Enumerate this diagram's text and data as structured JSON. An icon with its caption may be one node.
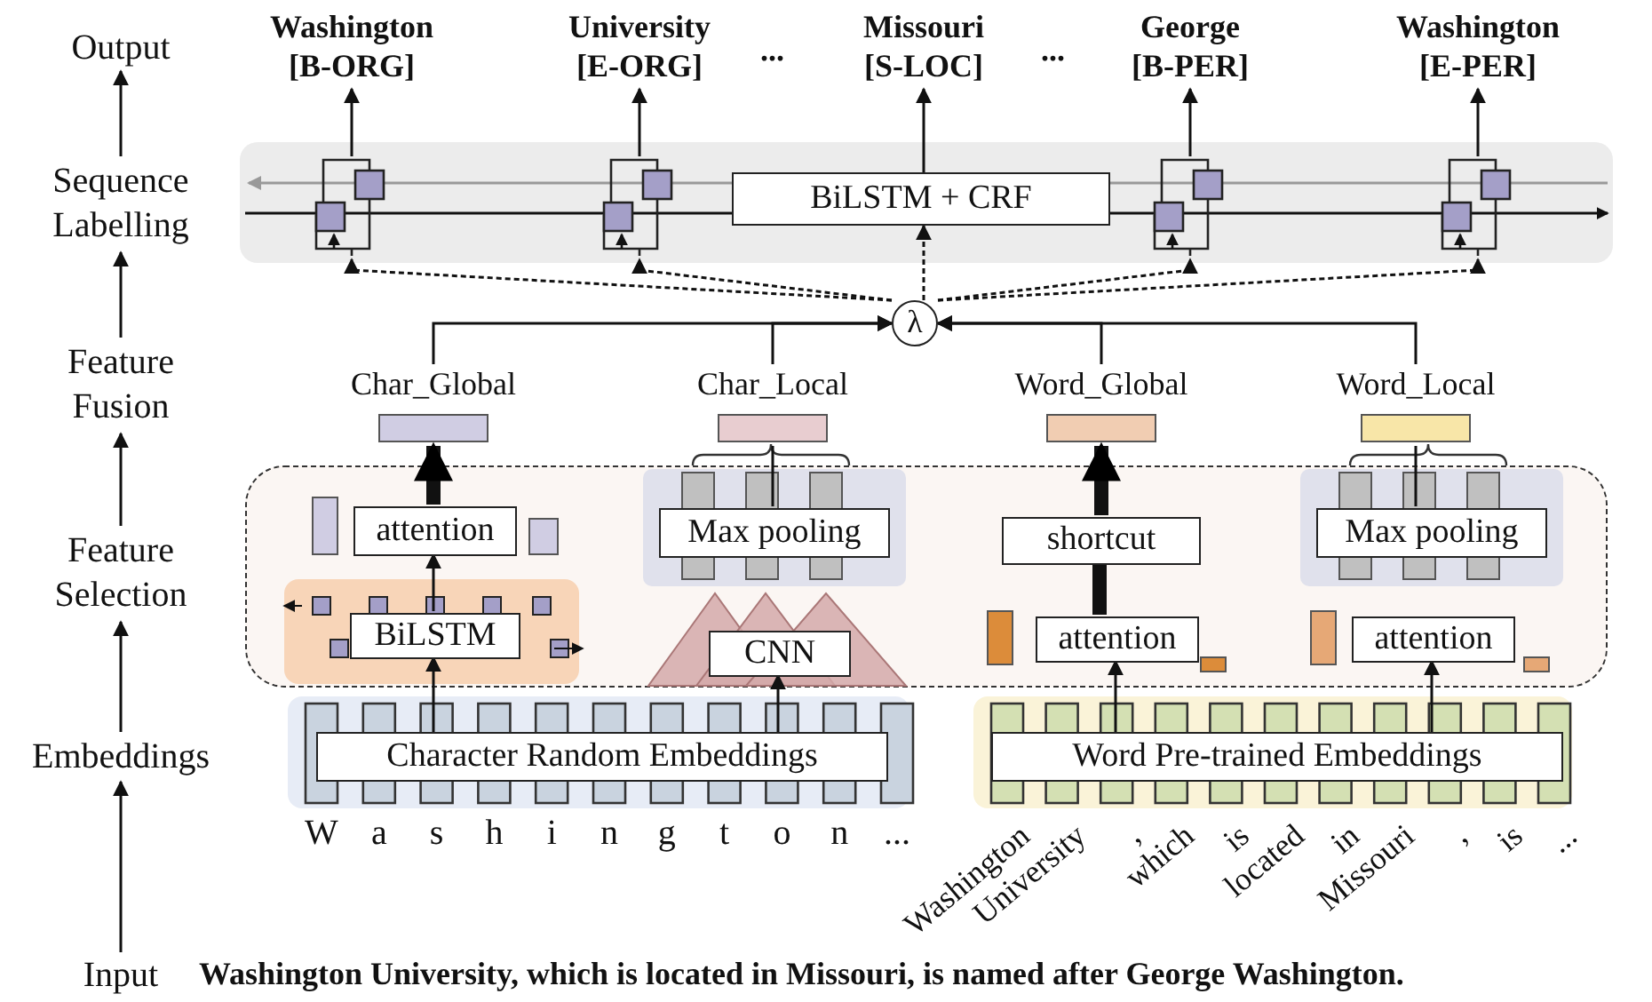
{
  "diagram": {
    "nodes": [
      {
        "text": [
          "Output"
        ]
      },
      {
        "text": [
          "Sequence Labelling"
        ]
      },
      {
        "text": [
          "Feature Fusion"
        ]
      },
      {
        "text": [
          "Feature Selection"
        ]
      },
      {
        "text": [
          "Embeddings"
        ]
      },
      {
        "text": [
          "Input"
        ]
      },
      {
        "text": [
          "Washington [B-ORG]"
        ]
      },
      {
        "text": [
          "University [E-ORG]"
        ]
      },
      {
        "text": [
          "Missouri [S-LOC]"
        ]
      },
      {
        "text": [
          "George [B-PER]"
        ]
      },
      {
        "text": [
          "Washington [E-PER]"
        ]
      },
      {
        "text": [],
        "shape": "box"
      },
      {
        "text": [
          "BiLSTM + CRF"
        ],
        "in": 11
      },
      {
        "text": [],
        "shape": "box",
        "in": 11
      },
      {
        "text": [],
        "shape": "box",
        "in": 11
      },
      {
        "text": [],
        "shape": "box",
        "in": 11
      },
      {
        "text": [],
        "shape": "box",
        "in": 11
      },
      {
        "text": [
          "λ"
        ]
      },
      {
        "text": [
          "Char_Global"
        ]
      },
      {
        "text": [
          "Char_Local"
        ]
      },
      {
        "text": [
          "Word_Global"
        ]
      },
      {
        "text": [
          "Word_Local"
        ]
      },
      {
        "text": [],
        "shape": "box"
      },
      {
        "text": [
          "attention"
        ],
        "in": 22
      },
      {
        "text": [
          "BiLSTM"
        ],
        "in": 22
      },
      {
        "text": [
          "Max pooling"
        ],
        "in": 22
      },
      {
        "text": [
          "CNN"
        ],
        "in": 22
      },
      {
        "text": [
          "shortcut"
        ],
        "in": 22
      },
      {
        "text": [
          "attention"
        ],
        "in": 22
      },
      {
        "text": [
          "Max pooling"
        ],
        "in": 22
      },
      {
        "text": [
          "attention"
        ],
        "in": 22
      },
      {
        "text": [
          "Character Random Embeddings"
        ]
      },
      {
        "text": [
          "Word Pre-trained Embeddings"
        ]
      }
    ],
    "edges": [
      {
        "from": 5,
        "to": 4,
        "arrow": "to"
      },
      {
        "from": 4,
        "to": 3,
        "arrow": "to"
      },
      {
        "from": 3,
        "to": 2,
        "arrow": "to"
      },
      {
        "from": 2,
        "to": 1,
        "arrow": "to"
      },
      {
        "from": 1,
        "to": 0,
        "arrow": "to"
      },
      {
        "from": 13,
        "to": 6,
        "arrow": "to"
      },
      {
        "from": 14,
        "to": 7,
        "arrow": "to"
      },
      {
        "from": 12,
        "to": 8,
        "arrow": "to"
      },
      {
        "from": 15,
        "to": 9,
        "arrow": "to"
      },
      {
        "from": 16,
        "to": 10,
        "arrow": "to"
      },
      {
        "from": 17,
        "to": 13,
        "arrow": "to",
        "style": "dashed"
      },
      {
        "from": 17,
        "to": 14,
        "arrow": "to",
        "style": "dashed"
      },
      {
        "from": 17,
        "to": 12,
        "arrow": "to",
        "style": "dashed"
      },
      {
        "from": 17,
        "to": 15,
        "arrow": "to",
        "style": "dashed"
      },
      {
        "from": 17,
        "to": 16,
        "arrow": "to",
        "style": "dashed"
      },
      {
        "from": 18,
        "to": 17,
        "arrow": "to"
      },
      {
        "from": 19,
        "to": 17,
        "arrow": "to"
      },
      {
        "from": 20,
        "to": 17,
        "arrow": "to"
      },
      {
        "from": 21,
        "to": 17,
        "arrow": "to"
      },
      {
        "from": 23,
        "to": 18,
        "arrow": "to",
        "style": "thick"
      },
      {
        "from": 25,
        "to": 19,
        "arrow": "none"
      },
      {
        "from": 28,
        "to": 27,
        "arrow": "none",
        "style": "thick"
      },
      {
        "from": 27,
        "to": 20,
        "arrow": "to",
        "style": "thick"
      },
      {
        "from": 29,
        "to": 21,
        "arrow": "none"
      },
      {
        "from": 24,
        "to": 23,
        "arrow": "to"
      },
      {
        "from": 31,
        "to": 24,
        "arrow": "to"
      },
      {
        "from": 31,
        "to": 26,
        "arrow": "to"
      },
      {
        "from": 32,
        "to": 28,
        "arrow": "to"
      },
      {
        "from": 32,
        "to": 30,
        "arrow": "to"
      }
    ],
    "labels": [
      "...",
      "...",
      "W",
      "a",
      "s",
      "h",
      "i",
      "n",
      "g",
      "t",
      "o",
      "n",
      "...",
      "Washington",
      "University",
      ",",
      "which",
      "is",
      "located",
      "in",
      "Missouri",
      ",",
      "is",
      "...",
      "Washington University, which is located in Missouri, is named after George Washington."
    ]
  }
}
